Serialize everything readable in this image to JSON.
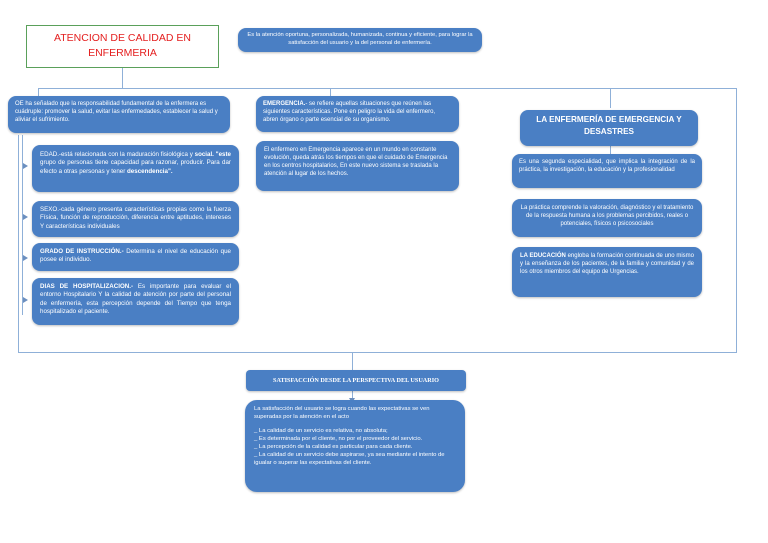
{
  "title": "ATENCION DE CALIDAD EN ENFERMERIA",
  "definition": "Es la atención oportuna, personalizada, humanizada, continua y eficiente, para lograr la satisfacción del usuario y la del personal de enfermería.",
  "oe": "OE ha señalado que la responsabilidad fundamental de la enfermera es cuádruple: promover la salud, evitar las enfermedades, establecer la salud y aliviar el sufrimiento.",
  "factors": {
    "edad": {
      "prefix": "EDAD.-está relacionada con la maduración fisiológica y ",
      "bold1": "social. \"este",
      "mid": " grupo de personas tiene capacidad para razonar, producir. Para dar efecto a otras personas y tener ",
      "bold2": "descendencia\"."
    },
    "sexo": "SEXO.-cada género presenta características propias como la fuerza Física, función de reproducción, diferencia entre aptitudes, intereses Y características individuales",
    "grado": {
      "bold": "GRADO DE INSTRUCCIÓN.-",
      "rest": " Determina el nivel de educación que posee el individuo."
    },
    "dias": {
      "bold": "DIAS DE HOSPITALIZACION.-",
      "rest": " Es importante para evaluar el entorno Hospitalario Y la calidad de atención por parte del personal de enfermería, esta percepción depende del Tiempo que tenga hospitalizado el paciente."
    }
  },
  "emergencia": {
    "bold": "EMERGENCIA.",
    "rest": "- se refiere aquellas situaciones que reúnen las siguientes características. Pone en peligro la vida del enfermero, abren órgano o parte esencial de su organismo."
  },
  "enfermero": "El enfermero en Emergencia aparece en un mundo en constante evolución, queda atrás los tiempos en que el cuidado de Emergencia en los centros hospitalarios, En este nuevo sistema se traslada la atención al lugar de los hechos.",
  "enf_emergencia": {
    "heading": "LA ENFERMERÍA DE EMERGENCIA Y DESASTRES",
    "especialidad": "Es una segunda especialidad, que implica la integración de la práctica, la investigación, la educación y la profesionalidad",
    "practica": "La práctica comprende la valoración, diagnóstico y el tratamiento de la respuesta humana a los problemas percibidos, reales o potenciales, físicos o psicosociales",
    "educacion": {
      "bold": "LA EDUCACIÓN",
      "rest": " engloba la formación continuada de uno mismo y la enseñanza de los pacientes, de la familia y comunidad y de los otros miembros del equipo de Urgencias."
    }
  },
  "satisfaccion": {
    "heading": "SATISFACCIÓN DESDE LA PERSPECTIVA DEL USUARIO",
    "intro": "La satisfacción del usuario se logra cuando las expectativas se ven superadas por la atención en el acto",
    "items": [
      "_ La calidad de un servicio es relativa, no absoluta;",
      "_ Es determinada por el cliente, no por el proveedor del servicio.",
      "_ La percepción de la calidad es particular para cada cliente.",
      "_ La calidad de un servicio debe aspirarse, ya sea mediante el intento de igualar o superar las expectativas del cliente."
    ]
  }
}
